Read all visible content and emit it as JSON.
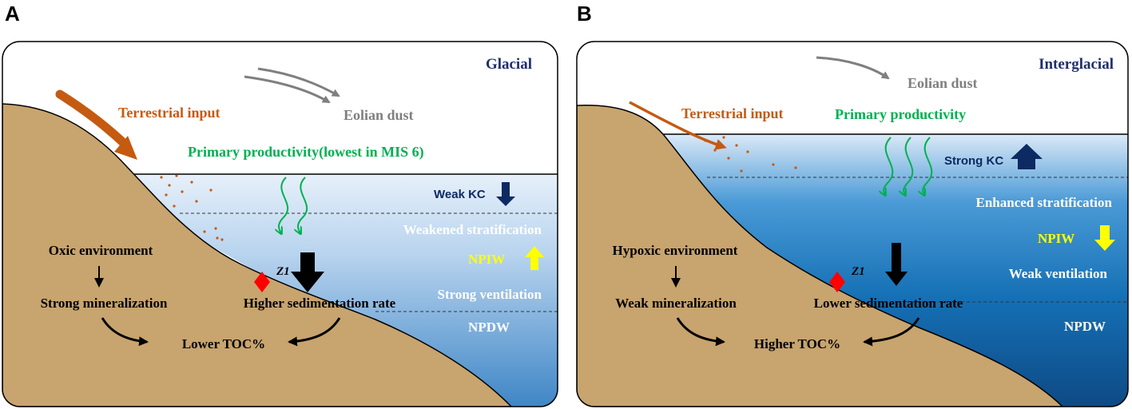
{
  "panels": {
    "a": {
      "letter": "A",
      "title": "Glacial",
      "terrestrial_input": "Terrestrial input",
      "eolian_dust": "Eolian dust",
      "primary_productivity": "Primary productivity(lowest in MIS 6)",
      "kc": "Weak KC",
      "stratification": "Weakened stratification",
      "npiw": "NPIW",
      "ventilation": "Strong ventilation",
      "npdw": "NPDW",
      "z1": "Z1",
      "environment": "Oxic environment",
      "mineralization": "Strong mineralization",
      "sedimentation": "Higher sedimentation rate",
      "toc": "Lower TOC%"
    },
    "b": {
      "letter": "B",
      "title": "Interglacial",
      "terrestrial_input": "Terrestrial input",
      "eolian_dust": "Eolian dust",
      "primary_productivity": "Primary productivity",
      "kc": "Strong KC",
      "stratification": "Enhanced stratification",
      "npiw": "NPIW",
      "ventilation": "Weak ventilation",
      "npdw": "NPDW",
      "z1": "Z1",
      "environment": "Hypoxic environment",
      "mineralization": "Weak mineralization",
      "sedimentation": "Lower sedimentation rate",
      "toc": "Higher TOC%"
    }
  },
  "colors": {
    "sediment": "#c8a46e",
    "terrestrial": "#c55a11",
    "dust": "#7f7f7f",
    "productivity": "#00b050",
    "kc_arrow": "#0d2a63",
    "npiw_arrow": "#ffff00",
    "sample_marker": "#ff0000"
  }
}
